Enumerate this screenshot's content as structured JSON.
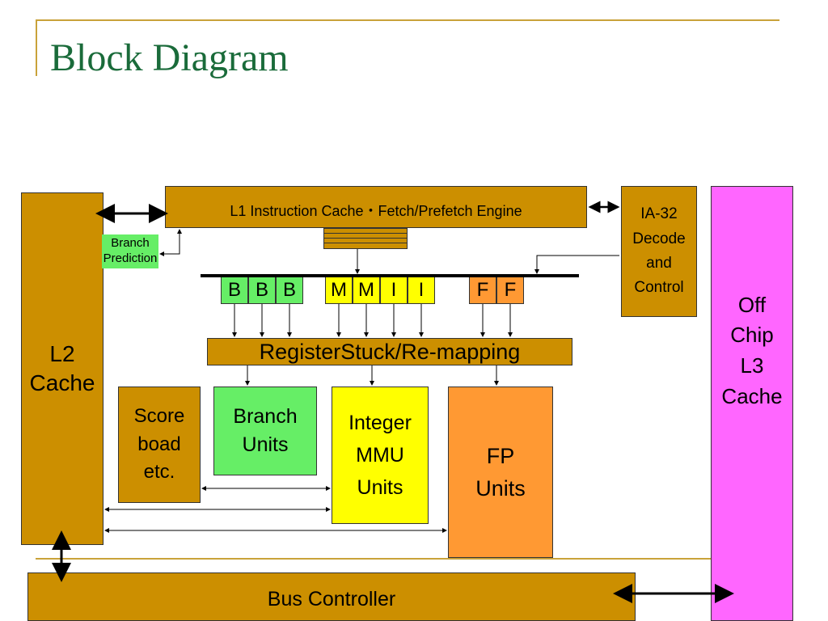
{
  "slide": {
    "title": "Block   Diagram"
  },
  "blocks": {
    "l1_engine": "L1   Instruction   Cache・Fetch/Prefetch   Engine",
    "ia32": "IA-32\nDecode\nand\nControl",
    "branch_prediction": "Branch\nPrediction",
    "l2_cache": "L2\nCache",
    "register_remap": "RegisterStuck/Re-mapping",
    "scoreboard": "Score\nboad\netc.",
    "branch_units": "Branch\nUnits",
    "integer_units": "Integer\nMMU\nUnits",
    "fp_units": "FP\nUnits",
    "l3_cache": "Off\nChip\nL3\nCache",
    "bus_controller": "Bus   Controller"
  },
  "issue_units": {
    "b": [
      "B",
      "B",
      "B"
    ],
    "m": [
      "M",
      "M"
    ],
    "i": [
      "I",
      "I"
    ],
    "f": [
      "F",
      "F"
    ]
  },
  "colors": {
    "gold": "#cc8f00",
    "green": "#66ee66",
    "yellow": "#ffff00",
    "orange": "#ff9933",
    "magenta": "#ff66ff",
    "title_green": "#1a6b3a"
  }
}
